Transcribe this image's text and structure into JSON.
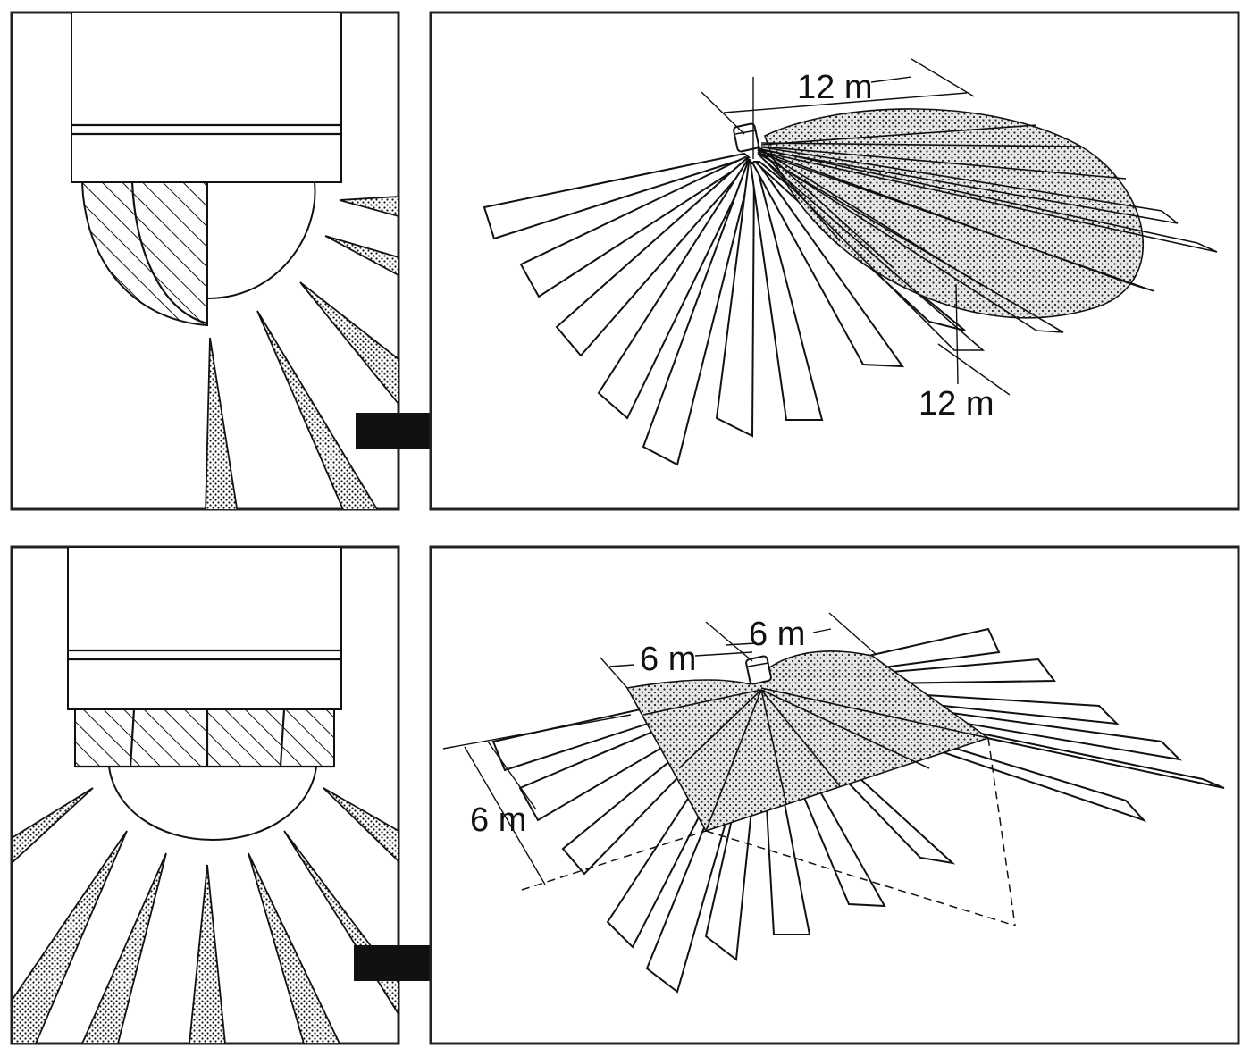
{
  "panels": {
    "top": {
      "range_horizontal": "12 m",
      "range_depth": "12 m"
    },
    "bottom": {
      "range_left": "6 m",
      "range_right": "6 m",
      "range_depth": "6 m"
    }
  },
  "icons": [
    "lens-detail-icon",
    "arrow-right-icon",
    "sensor-icon"
  ],
  "colors": {
    "ink": "#111111",
    "background": "#ffffff"
  }
}
